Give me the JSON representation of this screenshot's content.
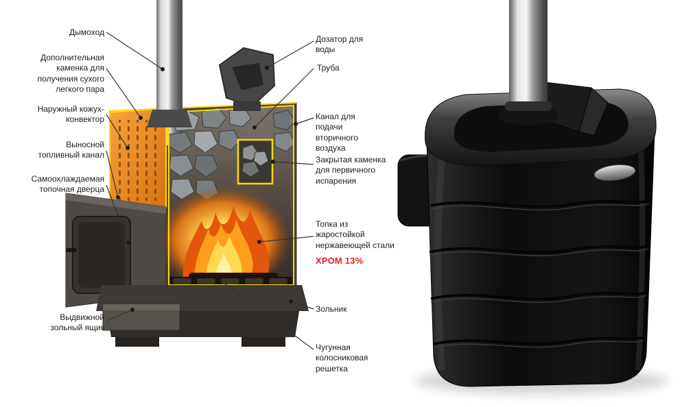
{
  "diagram": {
    "left_labels": [
      {
        "text": "Дымоход"
      },
      {
        "text": "Дополнительная каменка для получения сухого легкого пара"
      },
      {
        "text": "Наружный кожух-конвектор"
      },
      {
        "text": "Выносной топливный канал"
      },
      {
        "text": "Самоохлаждаемая топочная дверца"
      },
      {
        "text": "Выдвижной зольный ящик"
      }
    ],
    "right_labels": [
      {
        "text": "Дозатор для воды"
      },
      {
        "text": "Труба"
      },
      {
        "text": "Канал для подачи вторичного воздуха"
      },
      {
        "text": "Закрытая каменка для первичного испарения"
      },
      {
        "text": "Топка из жаростойкой нержавеющей стали"
      },
      {
        "text": "Зольник"
      },
      {
        "text": "Чугунная колосниковая решетка"
      }
    ],
    "highlight": {
      "text": "ХРОМ 13%",
      "color": "#e31e24"
    },
    "colors": {
      "cut_outline": "#ffd900",
      "convector_orange": "#f08a1d",
      "leader_line": "#333333",
      "background": "#ffffff"
    }
  }
}
